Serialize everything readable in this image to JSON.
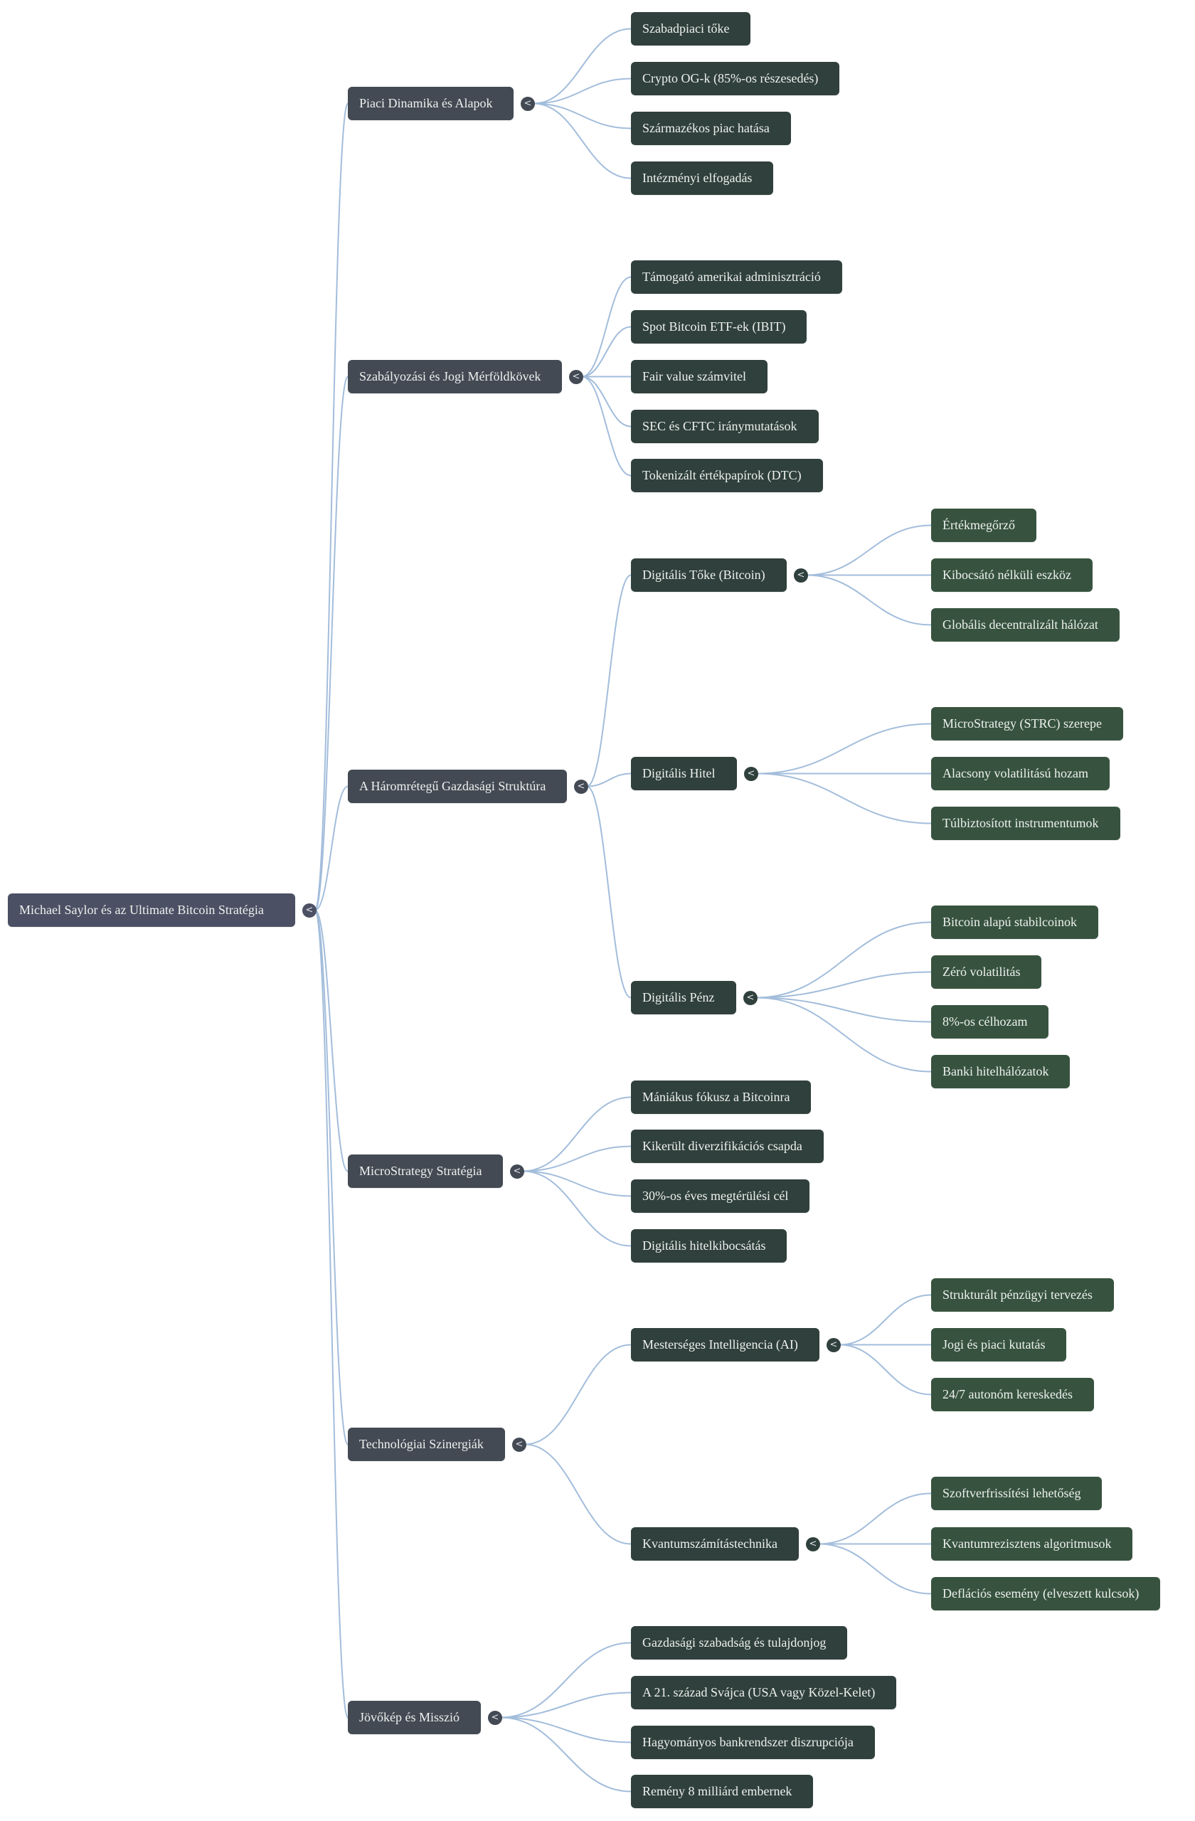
{
  "mindmap": {
    "toggle_glyph": "<",
    "colors": {
      "root": "#4b5064",
      "level1": "#434a54",
      "level2": "#30403c",
      "level3": "#37533f",
      "link": "#a3bddb",
      "text": "#eef1ee",
      "background": "#ffffff"
    },
    "root": {
      "label": "Michael Saylor és az Ultimate Bitcoin Stratégia",
      "children": [
        {
          "label": "Piaci Dinamika és Alapok",
          "children": [
            {
              "label": "Szabadpiaci tőke"
            },
            {
              "label": "Crypto OG-k (85%-os részesedés)"
            },
            {
              "label": "Származékos piac hatása"
            },
            {
              "label": "Intézményi elfogadás"
            }
          ]
        },
        {
          "label": "Szabályozási és Jogi Mérföldkövek",
          "children": [
            {
              "label": "Támogató amerikai adminisztráció"
            },
            {
              "label": "Spot Bitcoin ETF-ek (IBIT)"
            },
            {
              "label": "Fair value számvitel"
            },
            {
              "label": "SEC és CFTC iránymutatások"
            },
            {
              "label": "Tokenizált értékpapírok (DTC)"
            }
          ]
        },
        {
          "label": "A Háromrétegű Gazdasági Struktúra",
          "children": [
            {
              "label": "Digitális Tőke (Bitcoin)",
              "children": [
                {
                  "label": "Értékmegőrző"
                },
                {
                  "label": "Kibocsátó nélküli eszköz"
                },
                {
                  "label": "Globális decentralizált hálózat"
                }
              ]
            },
            {
              "label": "Digitális Hitel",
              "children": [
                {
                  "label": "MicroStrategy (STRC) szerepe"
                },
                {
                  "label": "Alacsony volatilitású hozam"
                },
                {
                  "label": "Túlbiztosított instrumentumok"
                }
              ]
            },
            {
              "label": "Digitális Pénz",
              "children": [
                {
                  "label": "Bitcoin alapú stabilcoinok"
                },
                {
                  "label": "Zéró volatilitás"
                },
                {
                  "label": "8%-os célhozam"
                },
                {
                  "label": "Banki hitelhálózatok"
                }
              ]
            }
          ]
        },
        {
          "label": "MicroStrategy Stratégia",
          "children": [
            {
              "label": "Mániákus fókusz a Bitcoinra"
            },
            {
              "label": "Kikerült diverzifikációs csapda"
            },
            {
              "label": "30%-os éves megtérülési cél"
            },
            {
              "label": "Digitális hitelkibocsátás"
            }
          ]
        },
        {
          "label": "Technológiai Szinergiák",
          "children": [
            {
              "label": "Mesterséges Intelligencia (AI)",
              "children": [
                {
                  "label": "Strukturált pénzügyi tervezés"
                },
                {
                  "label": "Jogi és piaci kutatás"
                },
                {
                  "label": "24/7 autonóm kereskedés"
                }
              ]
            },
            {
              "label": "Kvantumszámítástechnika",
              "children": [
                {
                  "label": "Szoftverfrissítési lehetőség"
                },
                {
                  "label": "Kvantumrezisztens algoritmusok"
                },
                {
                  "label": "Deflációs esemény (elveszett kulcsok)"
                }
              ]
            }
          ]
        },
        {
          "label": "Jövőkép és Misszió",
          "children": [
            {
              "label": "Gazdasági szabadság és tulajdonjog"
            },
            {
              "label": "A 21. század Svájca (USA vagy Közel-Kelet)"
            },
            {
              "label": "Hagyományos bankrendszer diszrupciója"
            },
            {
              "label": "Remény 8 milliárd embernek"
            }
          ]
        }
      ]
    }
  }
}
